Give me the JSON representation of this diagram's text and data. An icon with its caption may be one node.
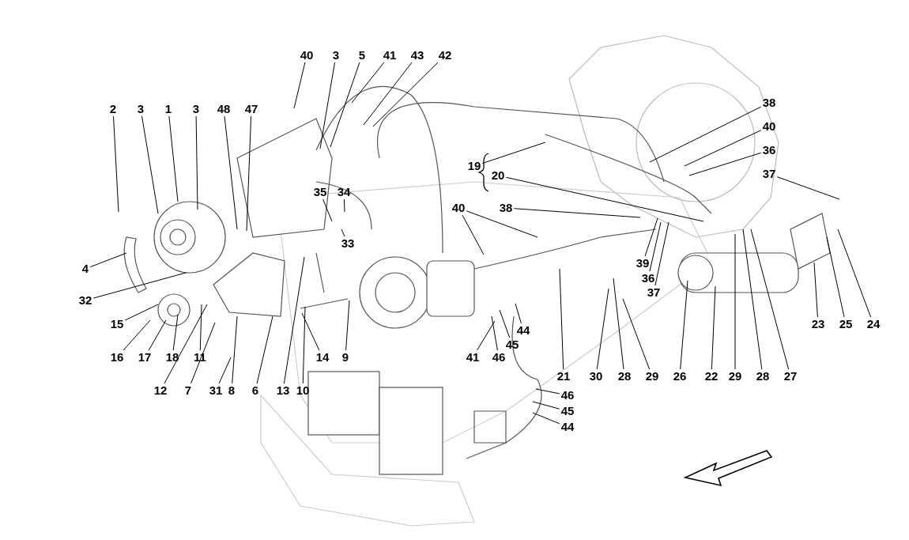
{
  "diagram": {
    "nodes": [
      {
        "text": [
          "40"
        ]
      },
      {
        "text": [
          "3"
        ]
      },
      {
        "text": [
          "5"
        ]
      },
      {
        "text": [
          "41"
        ]
      },
      {
        "text": [
          "43"
        ]
      },
      {
        "text": [
          "42"
        ]
      },
      {
        "text": [
          "2"
        ]
      },
      {
        "text": [
          "3"
        ]
      },
      {
        "text": [
          "1"
        ]
      },
      {
        "text": [
          "3"
        ]
      },
      {
        "text": [
          "48"
        ]
      },
      {
        "text": [
          "47"
        ]
      },
      {
        "text": [
          "35"
        ]
      },
      {
        "text": [
          "34"
        ]
      },
      {
        "text": [
          "33"
        ]
      },
      {
        "text": [
          "4"
        ]
      },
      {
        "text": [
          "32"
        ]
      },
      {
        "text": [
          "15"
        ]
      },
      {
        "text": [
          "16"
        ]
      },
      {
        "text": [
          "17"
        ]
      },
      {
        "text": [
          "18"
        ]
      },
      {
        "text": [
          "11"
        ]
      },
      {
        "text": [
          "12"
        ]
      },
      {
        "text": [
          "7"
        ]
      },
      {
        "text": [
          "31"
        ]
      },
      {
        "text": [
          "8"
        ]
      },
      {
        "text": [
          "6"
        ]
      },
      {
        "text": [
          "13"
        ]
      },
      {
        "text": [
          "10"
        ]
      },
      {
        "text": [
          "14"
        ]
      },
      {
        "text": [
          "9"
        ]
      },
      {
        "text": [
          "40"
        ]
      },
      {
        "text": [
          "38"
        ]
      },
      {
        "text": [
          "19"
        ]
      },
      {
        "text": [
          "20"
        ]
      },
      {
        "text": [
          "38"
        ]
      },
      {
        "text": [
          "40"
        ]
      },
      {
        "text": [
          "36"
        ]
      },
      {
        "text": [
          "37"
        ]
      },
      {
        "text": [
          "39"
        ]
      },
      {
        "text": [
          "36"
        ]
      },
      {
        "text": [
          "37"
        ]
      },
      {
        "text": [
          "41"
        ]
      },
      {
        "text": [
          "46"
        ]
      },
      {
        "text": [
          "45"
        ]
      },
      {
        "text": [
          "44"
        ]
      },
      {
        "text": [
          "21"
        ]
      },
      {
        "text": [
          "30"
        ]
      },
      {
        "text": [
          "28"
        ]
      },
      {
        "text": [
          "29"
        ]
      },
      {
        "text": [
          "26"
        ]
      },
      {
        "text": [
          "22"
        ]
      },
      {
        "text": [
          "29"
        ]
      },
      {
        "text": [
          "28"
        ]
      },
      {
        "text": [
          "27"
        ]
      },
      {
        "text": [
          "23"
        ]
      },
      {
        "text": [
          "25"
        ]
      },
      {
        "text": [
          "24"
        ]
      },
      {
        "text": [
          "46"
        ]
      },
      {
        "text": [
          "45"
        ]
      },
      {
        "text": [
          "44"
        ]
      }
    ],
    "edges": [
      {
        "from": 0,
        "to": null,
        "arrow": "none"
      },
      {
        "from": 1,
        "to": null,
        "arrow": "none"
      },
      {
        "from": 2,
        "to": null,
        "arrow": "none"
      },
      {
        "from": 3,
        "to": null,
        "arrow": "none"
      },
      {
        "from": 4,
        "to": null,
        "arrow": "none"
      },
      {
        "from": 5,
        "to": null,
        "arrow": "none"
      },
      {
        "from": 6,
        "to": null,
        "arrow": "none"
      },
      {
        "from": 7,
        "to": null,
        "arrow": "none"
      },
      {
        "from": 8,
        "to": null,
        "arrow": "none"
      },
      {
        "from": 9,
        "to": null,
        "arrow": "none"
      },
      {
        "from": 10,
        "to": null,
        "arrow": "none"
      },
      {
        "from": 11,
        "to": null,
        "arrow": "none"
      },
      {
        "from": 12,
        "to": null,
        "arrow": "none"
      },
      {
        "from": 13,
        "to": null,
        "arrow": "none"
      },
      {
        "from": 14,
        "to": null,
        "arrow": "none"
      },
      {
        "from": 15,
        "to": null,
        "arrow": "none"
      },
      {
        "from": 16,
        "to": null,
        "arrow": "none"
      },
      {
        "from": 17,
        "to": null,
        "arrow": "none"
      },
      {
        "from": 18,
        "to": null,
        "arrow": "none"
      },
      {
        "from": 19,
        "to": null,
        "arrow": "none"
      },
      {
        "from": 20,
        "to": null,
        "arrow": "none"
      },
      {
        "from": 21,
        "to": null,
        "arrow": "none"
      },
      {
        "from": 22,
        "to": null,
        "arrow": "none"
      },
      {
        "from": 23,
        "to": null,
        "arrow": "none"
      },
      {
        "from": 24,
        "to": null,
        "arrow": "none"
      },
      {
        "from": 25,
        "to": null,
        "arrow": "none"
      },
      {
        "from": 26,
        "to": null,
        "arrow": "none"
      },
      {
        "from": 27,
        "to": null,
        "arrow": "none"
      },
      {
        "from": 28,
        "to": null,
        "arrow": "none"
      },
      {
        "from": 29,
        "to": null,
        "arrow": "none"
      },
      {
        "from": 30,
        "to": null,
        "arrow": "none"
      },
      {
        "from": 31,
        "to": null,
        "arrow": "none"
      },
      {
        "from": 31,
        "to": null,
        "arrow": "none"
      },
      {
        "from": 32,
        "to": null,
        "arrow": "none"
      },
      {
        "from": 33,
        "to": null,
        "arrow": "none"
      },
      {
        "from": 34,
        "to": null,
        "arrow": "none"
      },
      {
        "from": 35,
        "to": null,
        "arrow": "none"
      },
      {
        "from": 36,
        "to": null,
        "arrow": "none"
      },
      {
        "from": 37,
        "to": null,
        "arrow": "none"
      },
      {
        "from": 38,
        "to": null,
        "arrow": "none"
      },
      {
        "from": 39,
        "to": null,
        "arrow": "none"
      },
      {
        "from": 40,
        "to": null,
        "arrow": "none"
      },
      {
        "from": 41,
        "to": null,
        "arrow": "none"
      },
      {
        "from": 42,
        "to": null,
        "arrow": "none"
      },
      {
        "from": 43,
        "to": null,
        "arrow": "none"
      },
      {
        "from": 44,
        "to": null,
        "arrow": "none"
      },
      {
        "from": 45,
        "to": null,
        "arrow": "none"
      },
      {
        "from": 46,
        "to": null,
        "arrow": "none"
      },
      {
        "from": 47,
        "to": null,
        "arrow": "none"
      },
      {
        "from": 48,
        "to": null,
        "arrow": "none"
      },
      {
        "from": 49,
        "to": null,
        "arrow": "none"
      },
      {
        "from": 50,
        "to": null,
        "arrow": "none"
      },
      {
        "from": 51,
        "to": null,
        "arrow": "none"
      },
      {
        "from": 52,
        "to": null,
        "arrow": "none"
      },
      {
        "from": 53,
        "to": null,
        "arrow": "none"
      },
      {
        "from": 54,
        "to": null,
        "arrow": "none"
      },
      {
        "from": 55,
        "to": null,
        "arrow": "none"
      },
      {
        "from": 56,
        "to": null,
        "arrow": "none"
      },
      {
        "from": 57,
        "to": null,
        "arrow": "none"
      },
      {
        "from": 58,
        "to": null,
        "arrow": "none"
      },
      {
        "from": 59,
        "to": null,
        "arrow": "none"
      },
      {
        "from": 60,
        "to": null,
        "arrow": "none"
      }
    ]
  }
}
